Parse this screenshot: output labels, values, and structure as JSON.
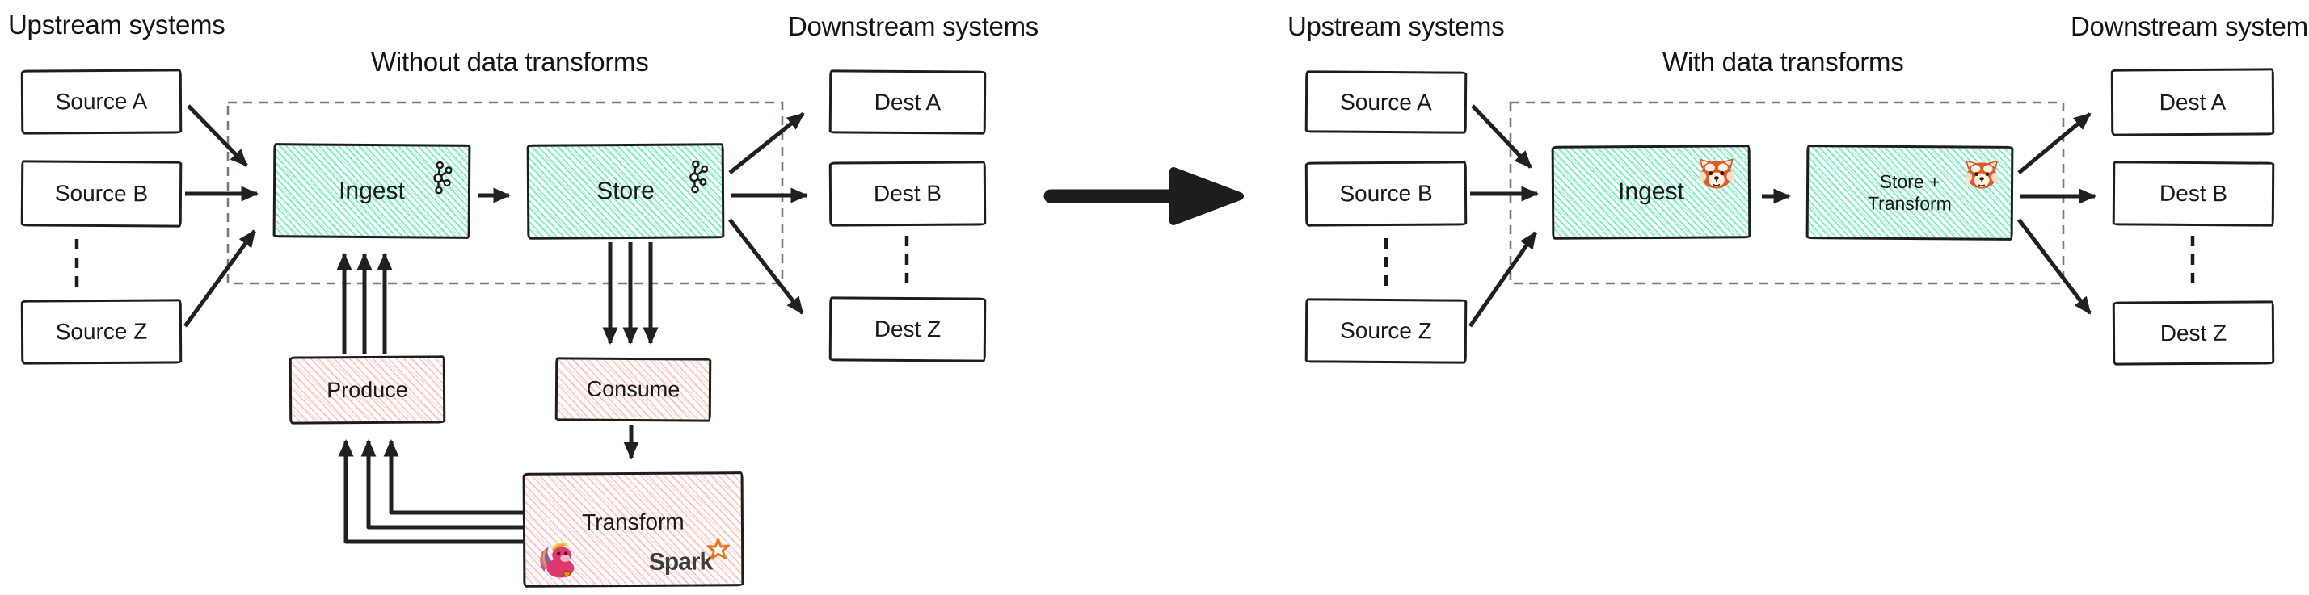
{
  "colors": {
    "teal_hatch": "#56e2b0",
    "pink_hatch": "#f3968c",
    "outline": "#1d1d1d",
    "arrow": "#202020",
    "dashed_boundary": "#6e7a8c",
    "spark_orange": "#e87722",
    "spark_text": "#3d3d3d",
    "text": "#161616"
  },
  "left": {
    "upstream_label": "Upstream systems",
    "title": "Without data transforms",
    "downstream_label": "Downstream systems",
    "sources": [
      "Source A",
      "Source B",
      "Source Z"
    ],
    "dests": [
      "Dest A",
      "Dest B",
      "Dest Z"
    ],
    "ingest_label": "Ingest",
    "store_label": "Store",
    "produce_label": "Produce",
    "consume_label": "Consume",
    "transform_label": "Transform",
    "spark_label": "Spark",
    "ingest_icon": "apache-kafka-logo",
    "store_icon": "apache-kafka-logo",
    "transform_icons": [
      "apache-flink-squirrel-logo",
      "apache-spark-star-logo"
    ]
  },
  "right": {
    "upstream_label": "Upstream systems",
    "title": "With data transforms",
    "downstream_label": "Downstream systems",
    "sources": [
      "Source A",
      "Source B",
      "Source Z"
    ],
    "dests": [
      "Dest A",
      "Dest B",
      "Dest Z"
    ],
    "ingest_label": "Ingest",
    "store_transform_label": [
      "Store +",
      "Transform"
    ],
    "ingest_icon": "redpanda-logo",
    "store_transform_icon": "redpanda-logo"
  }
}
